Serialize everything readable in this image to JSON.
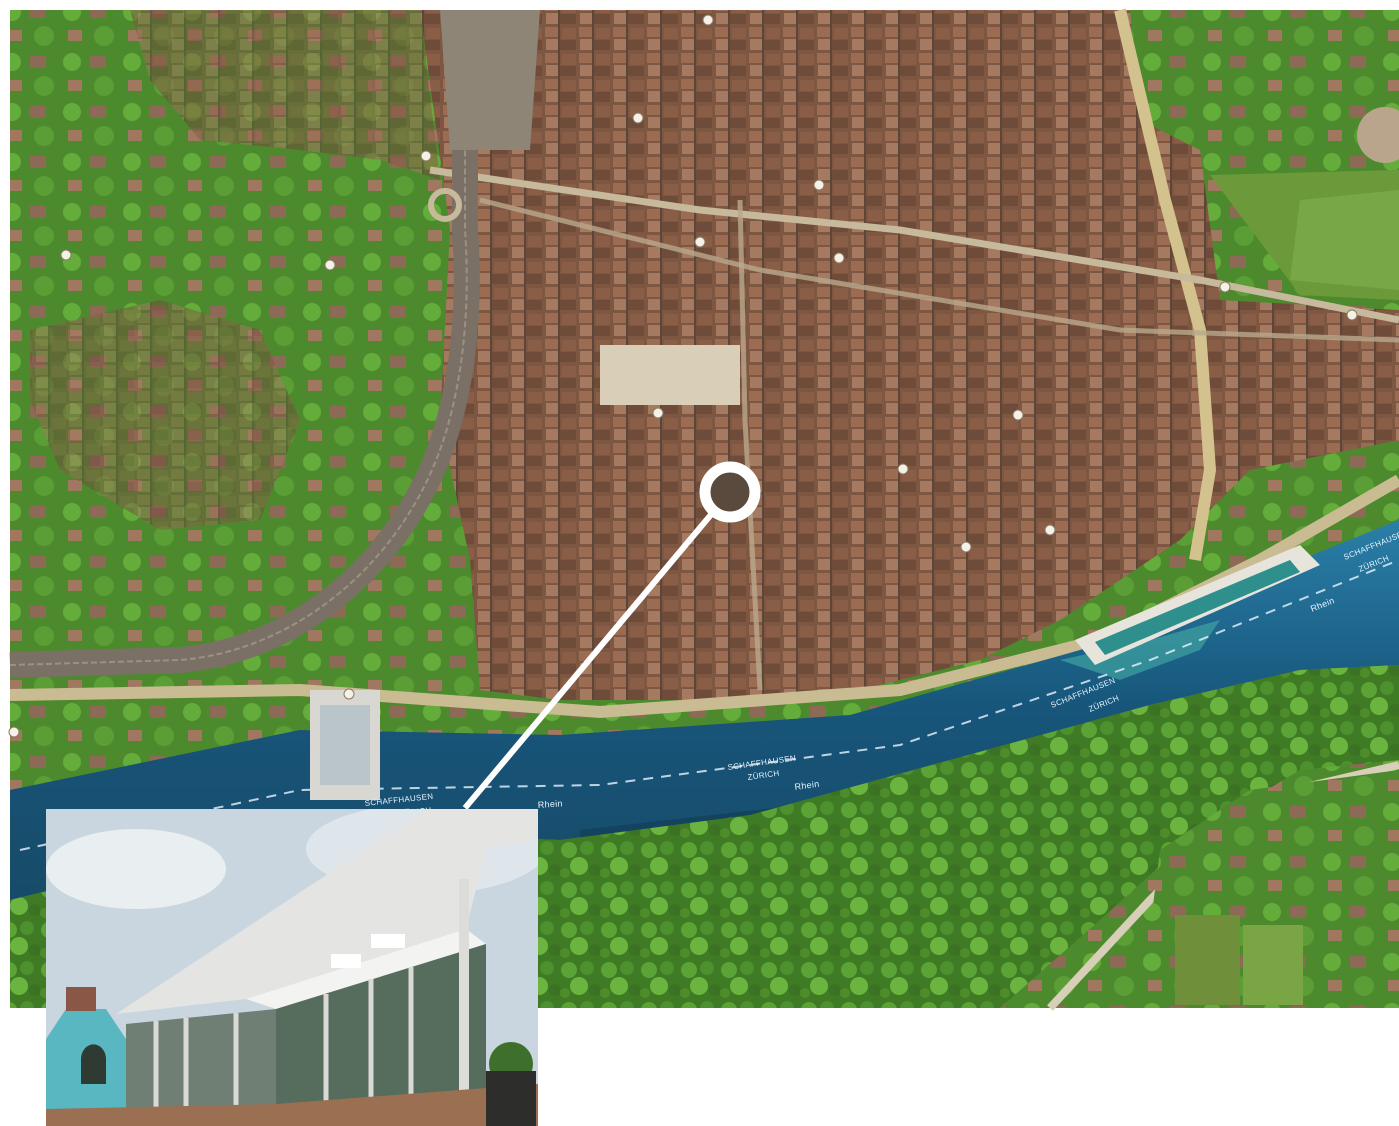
{
  "map": {
    "type": "aerial",
    "colors": {
      "roofs": "#8a5e48",
      "vegetation": "#4f8f2c",
      "river": "#1d5f85",
      "river_edge": "#3fa3a0",
      "street": "#c7b99c",
      "rail": "#7d7468"
    },
    "labels": {
      "river_name_1": "Rhein",
      "river_name_2": "Rhein",
      "river_name_3": "Rhein",
      "boat_route_1": "SCHAFFHAUSEN",
      "boat_route_1b": "ZÜRICH",
      "boat_route_2": "SCHAFFHAUSEN",
      "boat_route_2b": "ZÜRICH",
      "boat_route_3": "SCHAFFHAUSEN",
      "boat_route_3b": "ZÜRICH",
      "boat_route_4": "SCHAFFHAUSEN",
      "boat_route_4b": "ZÜRICH"
    },
    "marker": {
      "icon": "location-ring-icon",
      "color": "#ffffff"
    }
  },
  "photo_inset": {
    "subject": "rooftop-pavilion-photo",
    "colors": {
      "sky": "#c9d6df",
      "facade": "#e6e6e4",
      "deck": "#9a6f52",
      "glass": "#5c6a5e"
    }
  }
}
